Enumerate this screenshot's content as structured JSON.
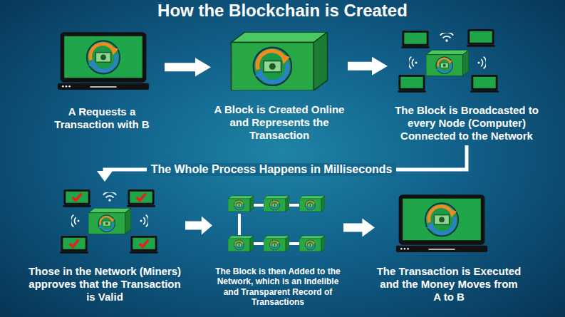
{
  "diagram": {
    "title": "How the Blockchain is Created",
    "nodes": [
      {
        "text": [
          "A Requests a Transaction with B"
        ]
      },
      {
        "text": [
          "A Block is Created Online and Represents the Transaction"
        ]
      },
      {
        "text": [
          "The Block is Broadcasted to every Node (Computer) Connected to the Network"
        ]
      },
      {
        "text": [
          "Those in the Network (Miners) approves that the Transaction is Valid"
        ]
      },
      {
        "text": [
          "The Block is then Added to the Network, which is an Indelible and Transparent Record of Transactions"
        ]
      },
      {
        "text": [
          "The Transaction is Executed and the Money Moves from A to B"
        ]
      }
    ],
    "edges": [
      {
        "from": 0,
        "to": 1,
        "arrow": "to"
      },
      {
        "from": 1,
        "to": 2,
        "arrow": "to"
      },
      {
        "from": 2,
        "to": 3,
        "label": "The Whole Process Happens in Milliseconds",
        "arrow": "to"
      },
      {
        "from": 3,
        "to": 4,
        "arrow": "to"
      },
      {
        "from": 4,
        "to": 5,
        "arrow": "to"
      }
    ]
  }
}
